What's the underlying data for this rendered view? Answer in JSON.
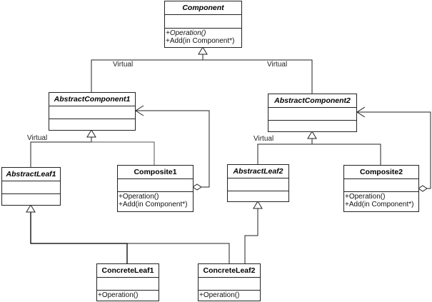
{
  "classes": {
    "component": {
      "name": "Component",
      "abstract": true,
      "operations": [
        {
          "text": "+Operation()",
          "abstract": true
        },
        {
          "text": "+Add(in Component*)",
          "abstract": false
        }
      ]
    },
    "abstract_component1": {
      "name": "AbstractComponent1",
      "abstract": true,
      "operations": []
    },
    "abstract_component2": {
      "name": "AbstractComponent2",
      "abstract": true,
      "operations": []
    },
    "abstract_leaf1": {
      "name": "AbstractLeaf1",
      "abstract": true,
      "operations": []
    },
    "abstract_leaf2": {
      "name": "AbstractLeaf2",
      "abstract": true,
      "operations": []
    },
    "composite1": {
      "name": "Composite1",
      "abstract": false,
      "operations": [
        {
          "text": "+Operation()",
          "abstract": false
        },
        {
          "text": "+Add(in Component*)",
          "abstract": false
        }
      ]
    },
    "composite2": {
      "name": "Composite2",
      "abstract": false,
      "operations": [
        {
          "text": "+Operation()",
          "abstract": false
        },
        {
          "text": "+Add(in Component*)",
          "abstract": false
        }
      ]
    },
    "concrete_leaf1": {
      "name": "ConcreteLeaf1",
      "abstract": false,
      "operations": [
        {
          "text": "+Operation()",
          "abstract": false
        }
      ]
    },
    "concrete_leaf2": {
      "name": "ConcreteLeaf2",
      "abstract": false,
      "operations": [
        {
          "text": "+Operation()",
          "abstract": false
        }
      ]
    }
  },
  "labels": {
    "virtual_ac1": "Virtual",
    "virtual_ac2": "Virtual",
    "virtual_leaf1": "Virtual",
    "virtual_leaf2": "Virtual"
  },
  "relationships": [
    {
      "type": "generalization",
      "from": "abstract_component1",
      "to": "component",
      "label": "Virtual"
    },
    {
      "type": "generalization",
      "from": "abstract_component2",
      "to": "component",
      "label": "Virtual"
    },
    {
      "type": "generalization",
      "from": "abstract_leaf1",
      "to": "abstract_component1",
      "label": "Virtual"
    },
    {
      "type": "generalization",
      "from": "composite1",
      "to": "abstract_component1"
    },
    {
      "type": "generalization",
      "from": "abstract_leaf2",
      "to": "abstract_component2",
      "label": "Virtual"
    },
    {
      "type": "generalization",
      "from": "composite2",
      "to": "abstract_component2"
    },
    {
      "type": "generalization",
      "from": "concrete_leaf1",
      "to": "abstract_leaf1"
    },
    {
      "type": "generalization",
      "from": "concrete_leaf2",
      "to": "abstract_leaf1"
    },
    {
      "type": "generalization",
      "from": "concrete_leaf2",
      "to": "abstract_leaf2"
    },
    {
      "type": "aggregation",
      "from": "composite1",
      "to": "abstract_component1"
    },
    {
      "type": "aggregation",
      "from": "composite2",
      "to": "abstract_component2"
    }
  ]
}
